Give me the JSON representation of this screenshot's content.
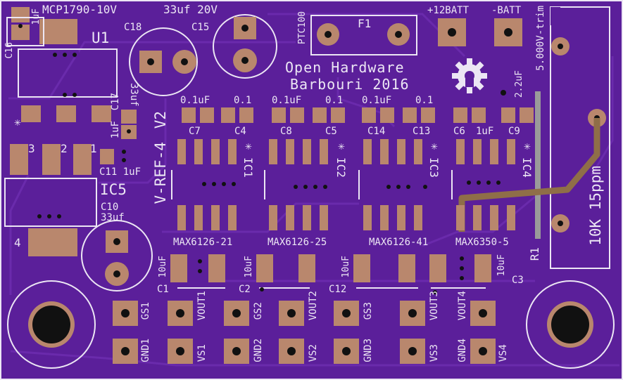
{
  "board": {
    "background": "#5b1f9a",
    "copper_color": "#b9876d",
    "silk_color": "#ece6f4",
    "trace_color": "#7a3bb5"
  },
  "labels": {
    "mcp": "MCP1790-10V",
    "cap33": "33uf 20V",
    "u1": "U1",
    "c18": "C18",
    "c15": "C15",
    "c16": "C16",
    "c16_val": "1uF",
    "c18_val": "33uf",
    "ptc": "PTC100",
    "f1": "F1",
    "batt_pos": "+12BATT",
    "batt_neg": "-BATT",
    "trim": "5.000V-trim",
    "title1": "Open Hardware",
    "title2": "Barbouri 2016",
    "c17": "C17",
    "c17_val": "1uF",
    "v2": "V2",
    "vref": "V-REF-4",
    "ic5": "IC5",
    "c10": "C10",
    "c10_val": "33uf",
    "c11": "C11 1uF",
    "p3": "3",
    "p2": "2",
    "p1": "1",
    "p4": "4",
    "r1": "R1",
    "r1_val": "10K 15ppm",
    "c3": "C3",
    "cap_top": [
      "0.1uF",
      "0.1",
      "0.1uF",
      "0.1",
      "0.1uF",
      "0.1",
      "2.2uF"
    ],
    "cap_names": [
      "C7",
      "C4",
      "C8",
      "C5",
      "C14",
      "C13",
      "C6",
      "1uF",
      "C9"
    ],
    "ic_names": [
      "IC1",
      "IC2",
      "IC3",
      "IC4"
    ],
    "max_parts": [
      "MAX6126-21",
      "MAX6126-25",
      "MAX6126-41",
      "MAX6350-5"
    ],
    "bottom_caps": [
      "10uF",
      "10uF",
      "10uF",
      "10uF"
    ],
    "bottom_cap_names": [
      "C1",
      "C2",
      "C12"
    ],
    "test_points": [
      "GS1",
      "VOUT1",
      "GS2",
      "VOUT2",
      "GS3",
      "VOUT3",
      "VOUT4",
      "GND1",
      "VS1",
      "GND2",
      "VS2",
      "GND3",
      "VS3",
      "GND4",
      "VS4"
    ]
  }
}
